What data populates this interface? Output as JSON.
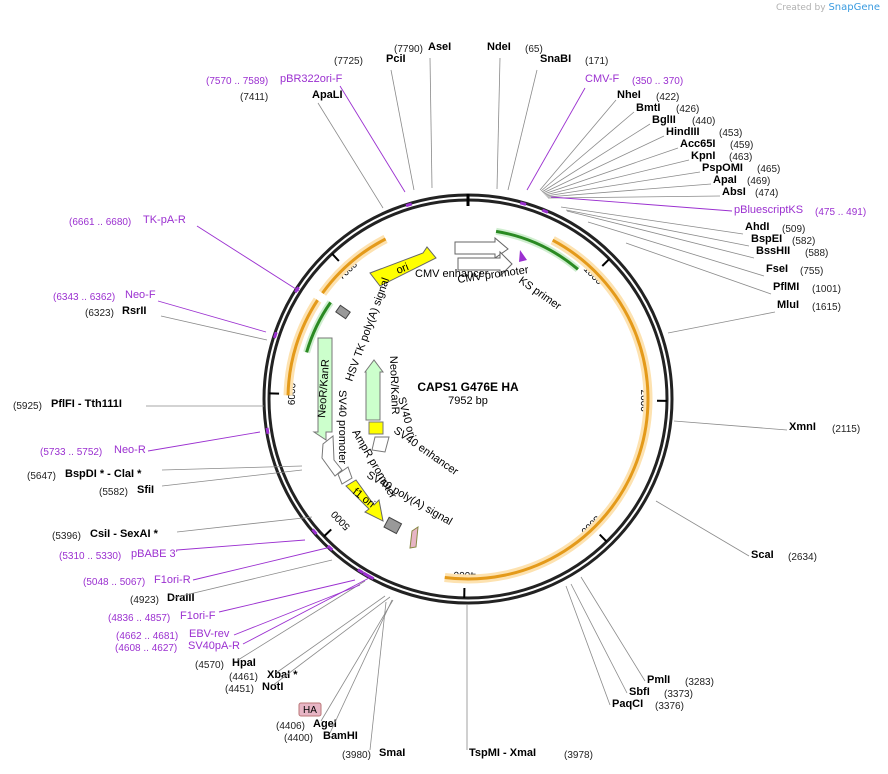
{
  "credit": {
    "prefix": "Created by",
    "brand": "SnapGene"
  },
  "plasmid": {
    "name": "CAPS1 G476E HA",
    "length": "7952 bp"
  },
  "ruler_ticks": [
    "1000",
    "2000",
    "3000",
    "4000",
    "5000",
    "6000",
    "7000"
  ],
  "sites": [
    {
      "name": "AseI",
      "pos": "(7790)"
    },
    {
      "name": "PciI",
      "pos": "(7725)"
    },
    {
      "name": "ApaLI",
      "pos": "(7411)"
    },
    {
      "name": "NdeI",
      "pos": "(65)"
    },
    {
      "name": "SnaBI",
      "pos": "(171)"
    },
    {
      "name": "NheI",
      "pos": "(422)"
    },
    {
      "name": "BmtI",
      "pos": "(426)"
    },
    {
      "name": "BglII",
      "pos": "(440)"
    },
    {
      "name": "HindIII",
      "pos": "(453)"
    },
    {
      "name": "Acc65I",
      "pos": "(459)"
    },
    {
      "name": "KpnI",
      "pos": "(463)"
    },
    {
      "name": "PspOMI",
      "pos": "(465)"
    },
    {
      "name": "ApaI",
      "pos": "(469)"
    },
    {
      "name": "AbsI",
      "pos": "(474)"
    },
    {
      "name": "AhdI",
      "pos": "(509)"
    },
    {
      "name": "BspEI",
      "pos": "(582)"
    },
    {
      "name": "BssHII",
      "pos": "(588)"
    },
    {
      "name": "FseI",
      "pos": "(755)"
    },
    {
      "name": "PflMI",
      "pos": "(1001)"
    },
    {
      "name": "MluI",
      "pos": "(1615)"
    },
    {
      "name": "XmnI",
      "pos": "(2115)"
    },
    {
      "name": "ScaI",
      "pos": "(2634)"
    },
    {
      "name": "PmlI",
      "pos": "(3283)"
    },
    {
      "name": "SbfI",
      "pos": "(3373)"
    },
    {
      "name": "PaqCI",
      "pos": "(3376)"
    },
    {
      "name": "TspMI - XmaI",
      "pos": "(3978)"
    },
    {
      "name": "SmaI",
      "pos": "(3980)"
    },
    {
      "name": "BamHI",
      "pos": "(4400)"
    },
    {
      "name": "AgeI",
      "pos": "(4406)"
    },
    {
      "name": "NotI",
      "pos": "(4451)"
    },
    {
      "name": "XbaI *",
      "pos": "(4461)"
    },
    {
      "name": "HpaI",
      "pos": "(4570)"
    },
    {
      "name": "DraIII",
      "pos": "(4923)"
    },
    {
      "name": "CsiI - SexAI *",
      "pos": "(5396)"
    },
    {
      "name": "SfiI",
      "pos": "(5582)"
    },
    {
      "name": "BspDI * - ClaI *",
      "pos": "(5647)"
    },
    {
      "name": "PflFI - Tth111I",
      "pos": "(5925)"
    },
    {
      "name": "RsrII",
      "pos": "(6323)"
    }
  ],
  "primers": [
    {
      "name": "pBR322ori-F",
      "range": "(7570 .. 7589)"
    },
    {
      "name": "CMV-F",
      "range": "(350 .. 370)"
    },
    {
      "name": "pBluescriptKS",
      "range": "(475 .. 491)"
    },
    {
      "name": "TK-pA-R",
      "range": "(6661 .. 6680)"
    },
    {
      "name": "Neo-F",
      "range": "(6343 .. 6362)"
    },
    {
      "name": "Neo-R",
      "range": "(5733 .. 5752)"
    },
    {
      "name": "pBABE 3'",
      "range": "(5310 .. 5330)"
    },
    {
      "name": "F1ori-R",
      "range": "(5048 .. 5067)"
    },
    {
      "name": "F1ori-F",
      "range": "(4836 .. 4857)"
    },
    {
      "name": "EBV-rev",
      "range": "(4662 .. 4681)"
    },
    {
      "name": "SV40pA-R",
      "range": "(4608 .. 4627)"
    }
  ],
  "features": {
    "cmv_enhancer": "CMV enhancer",
    "cmv_promoter": "CMV promoter",
    "ks_primer": "KS primer",
    "ori": "ori",
    "hsv_tk": "HSV TK poly(A) signal",
    "neo_outer": "NeoR/KanR",
    "neo_inner": "NeoR/KanR",
    "sv40_promoter": "SV40 promoter",
    "ampr_promoter": "AmpR promoter",
    "sv40_ori": "SV40 ori",
    "sv40_enhancer": "SV40 enhancer",
    "f1_ori": "f1 ori",
    "sv40_polya": "SV40 poly(A) signal",
    "ha_tag": "HA"
  },
  "colors": {
    "ori": "#ffff00",
    "cds": "#ccffcc",
    "orf": "#f5a623",
    "primer": "#9b30d0",
    "promoter": "#ffffff",
    "polya": "#999999",
    "ha": "#e7b5c5"
  }
}
